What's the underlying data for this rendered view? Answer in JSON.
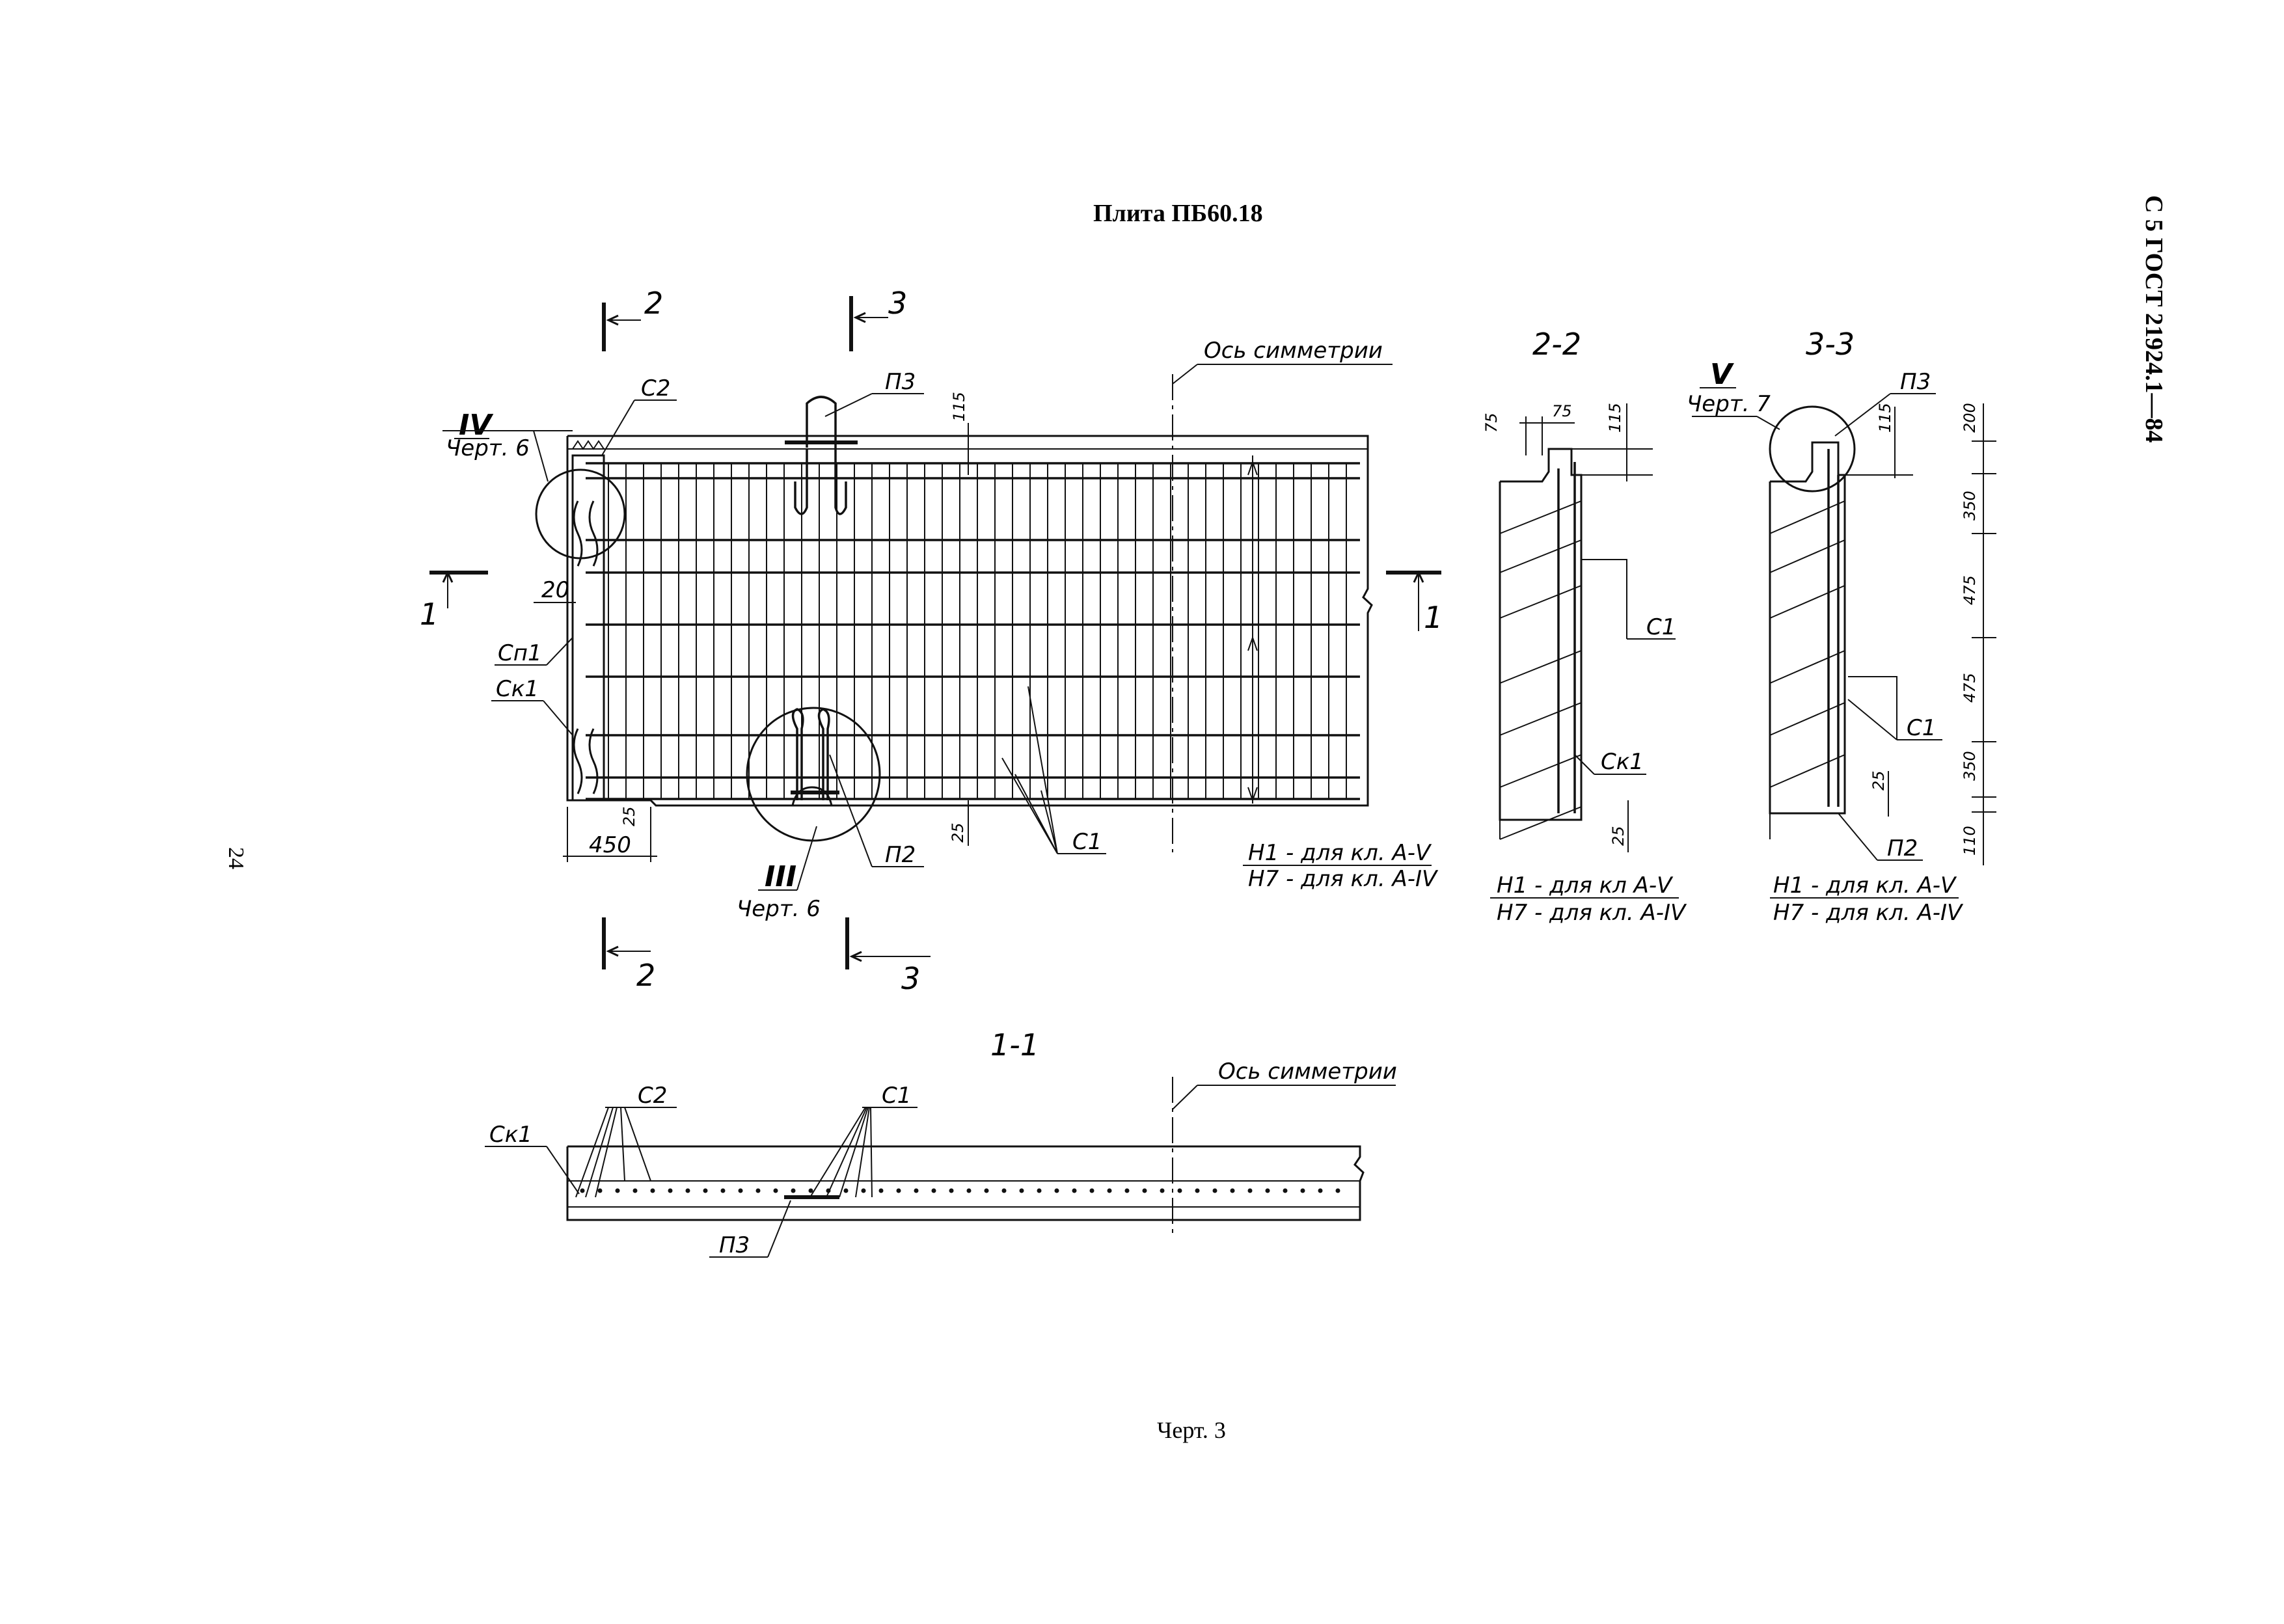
{
  "page": {
    "title": "Плита ПБ60.18",
    "standard": "С 5 ГОСТ 21924.1—84",
    "page_number": "24",
    "figure": "Черт. 3"
  },
  "plan": {
    "callouts": {
      "iv": "IV",
      "iv_ref": "Черт. 6",
      "iii": "III",
      "iii_ref": "Черт. 6",
      "c2": "С2",
      "sp1": "Сп1",
      "sk1": "Ск1",
      "p3": "П3",
      "p2": "П2",
      "c1": "С1"
    },
    "dims": {
      "d115": "115",
      "d20": "20",
      "d25a": "25",
      "d450": "450",
      "d25b": "25"
    },
    "axis": "Ось симметрии",
    "note1": "Н1 - для кл. А-V",
    "note2": "Н7 - для кл. А-IV",
    "cuts": {
      "c1": "1",
      "c2": "2",
      "c3": "3"
    }
  },
  "section_2_2": {
    "title": "2-2",
    "dims": {
      "d75a": "75",
      "d75b": "75",
      "d115": "115",
      "d25": "25"
    },
    "labels": {
      "c1": "С1",
      "sk1": "Ск1"
    },
    "note1": "Н1 - для кл А-V",
    "note2": "Н7 - для кл. А-IV"
  },
  "section_3_3": {
    "title": "3-3",
    "callout": "V",
    "callout_ref": "Черт. 7",
    "dims": {
      "d115": "115",
      "d200": "200",
      "d350a": "350",
      "d475a": "475",
      "d475b": "475",
      "d350b": "350",
      "d110": "110",
      "d25": "25"
    },
    "labels": {
      "p3": "П3",
      "c1": "С1",
      "p2": "П2"
    },
    "note1": "Н1 - для кл. А-V",
    "note2": "Н7 - для кл. А-IV"
  },
  "section_1_1": {
    "title": "1-1",
    "axis": "Ось симметрии",
    "labels": {
      "c2": "С2",
      "c1": "С1",
      "sk1": "Ск1",
      "p3": "П3"
    }
  }
}
